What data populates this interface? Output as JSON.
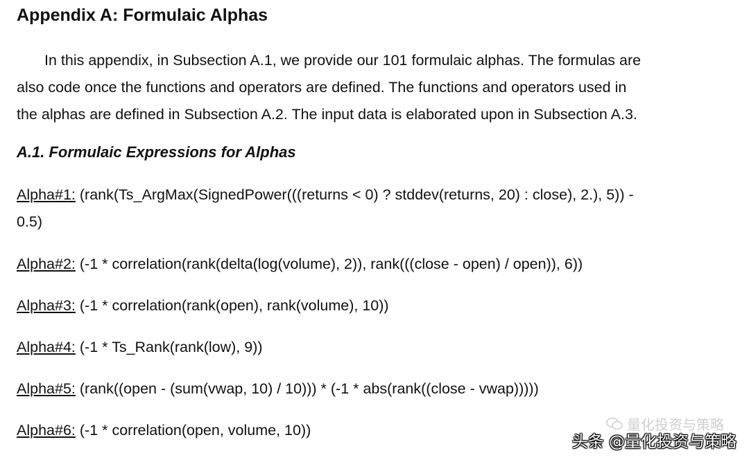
{
  "heading": "Appendix A: Formulaic Alphas",
  "intro": [
    "In this appendix, in Subsection A.1, we provide our 101 formulaic alphas.  The formulas are",
    "also code once the functions and operators are defined.  The functions and operators used in",
    "the alphas are defined in Subsection A.2.  The input data is elaborated upon in Subsection A.3."
  ],
  "subheading": "A.1. Formulaic Expressions for Alphas",
  "alphas": [
    {
      "label": "Alpha#1:",
      "formula": "(rank(Ts_ArgMax(SignedPower(((returns < 0) ? stddev(returns, 20) : close), 2.), 5)) -",
      "continuation": "0.5)"
    },
    {
      "label": "Alpha#2:",
      "formula": "(-1 * correlation(rank(delta(log(volume), 2)), rank(((close - open) / open)), 6))"
    },
    {
      "label": "Alpha#3:",
      "formula": "(-1 * correlation(rank(open), rank(volume), 10))"
    },
    {
      "label": "Alpha#4:",
      "formula": "(-1 * Ts_Rank(rank(low), 9))"
    },
    {
      "label": "Alpha#5:",
      "formula": "(rank((open - (sum(vwap, 10) / 10))) * (-1 * abs(rank((close - vwap)))))"
    },
    {
      "label": "Alpha#6:",
      "formula": "(-1 * correlation(open, volume, 10))"
    }
  ],
  "watermark": {
    "main": "头条 @量化投资与策略",
    "faint": "量化投资与策略",
    "icon": "wechat-icon"
  }
}
